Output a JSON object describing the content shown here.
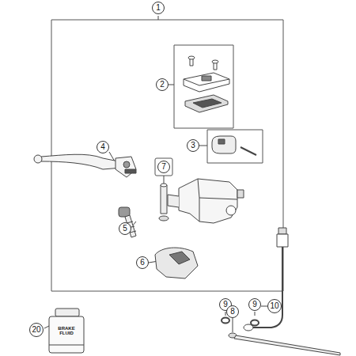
{
  "diagram": {
    "nodes": [
      {
        "text": [
          "1"
        ]
      },
      {
        "text": [
          "2"
        ]
      },
      {
        "text": [
          "3"
        ]
      },
      {
        "text": [
          "4"
        ]
      },
      {
        "text": [
          "7"
        ]
      },
      {
        "text": [
          "5"
        ]
      },
      {
        "text": [
          "6"
        ]
      },
      {
        "text": [
          "9"
        ]
      },
      {
        "text": [
          "9"
        ]
      },
      {
        "text": [
          "10"
        ]
      },
      {
        "text": [
          "8"
        ]
      },
      {
        "text": [
          "20"
        ]
      }
    ],
    "labels": [
      "BRAKE FLUID"
    ]
  }
}
